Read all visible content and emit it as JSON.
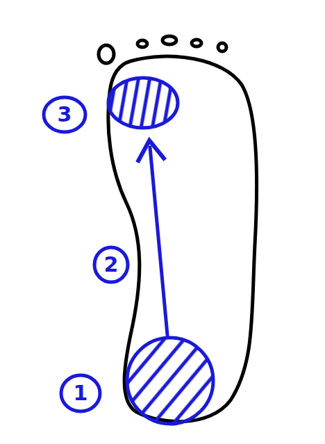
{
  "diagram": {
    "nodes": [
      {
        "text": [
          "3"
        ]
      },
      {
        "text": [
          "2"
        ]
      },
      {
        "text": [
          "1"
        ]
      }
    ]
  }
}
